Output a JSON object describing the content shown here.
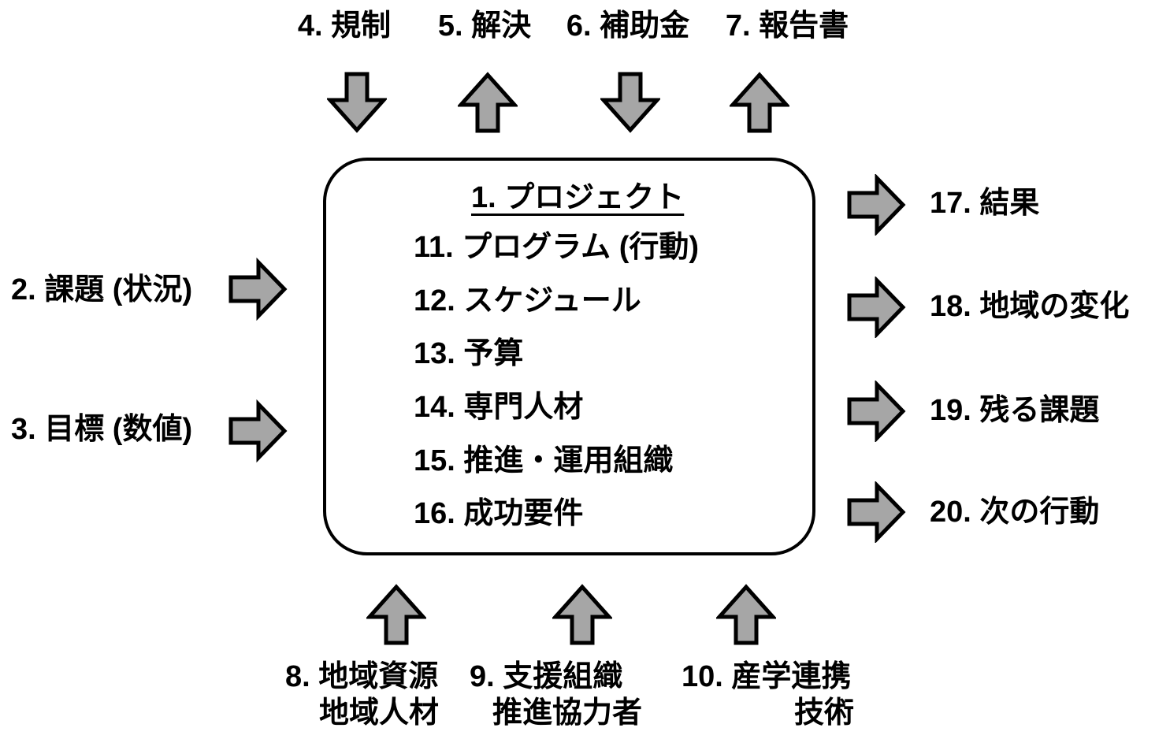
{
  "colors": {
    "arrow_fill": "#a6a6a6",
    "arrow_stroke": "#000000",
    "box_border": "#000000",
    "text": "#000000",
    "background": "#ffffff"
  },
  "center_box": {
    "title": "1. プロジェクト",
    "items": [
      "11. プログラム (行動)",
      "12. スケジュール",
      "13. 予算",
      "14. 専門人材",
      "15. 推進・運用組織",
      "16. 成功要件"
    ]
  },
  "top_row": {
    "items": [
      {
        "label": "4. 規制",
        "arrow": "down"
      },
      {
        "label": "5. 解決",
        "arrow": "up"
      },
      {
        "label": "6. 補助金",
        "arrow": "down"
      },
      {
        "label": "7. 報告書",
        "arrow": "up"
      }
    ]
  },
  "left_column": {
    "items": [
      {
        "label": "2. 課題 (状況)",
        "arrow": "right"
      },
      {
        "label": "3. 目標 (数値)",
        "arrow": "right"
      }
    ]
  },
  "right_column": {
    "items": [
      {
        "label": "17. 結果",
        "arrow": "right"
      },
      {
        "label": "18. 地域の変化",
        "arrow": "right"
      },
      {
        "label": "19. 残る課題",
        "arrow": "right"
      },
      {
        "label": "20. 次の行動",
        "arrow": "right"
      }
    ]
  },
  "bottom_row": {
    "items": [
      {
        "label_line1": "8. 地域資源",
        "label_line2": "地域人材",
        "arrow": "up"
      },
      {
        "label_line1": "9. 支援組織",
        "label_line2": "推進協力者",
        "arrow": "up"
      },
      {
        "label_line1": "10. 産学連携",
        "label_line2": "技術",
        "arrow": "up"
      }
    ]
  }
}
